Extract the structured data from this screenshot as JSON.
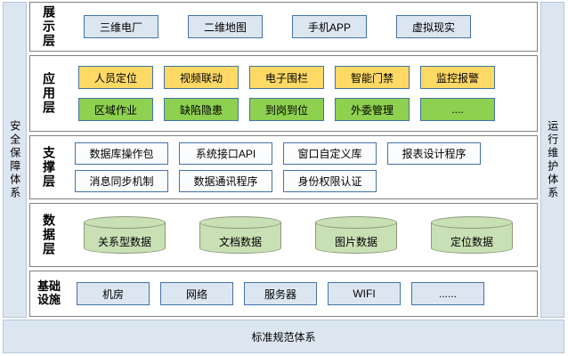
{
  "rails": {
    "left": "安全保障体系",
    "right": "运行维护体系"
  },
  "layers": [
    {
      "id": "presentation",
      "label": "展示层",
      "rows": [
        {
          "style": "blue",
          "items": [
            "三维电厂",
            "二维地图",
            "手机APP",
            "虚拟现实"
          ]
        }
      ]
    },
    {
      "id": "application",
      "label": "应用层",
      "rows": [
        {
          "style": "orange",
          "items": [
            "人员定位",
            "视频联动",
            "电子围栏",
            "智能门禁",
            "监控报警"
          ]
        },
        {
          "style": "green",
          "items": [
            "区域作业",
            "缺陷隐患",
            "到岗到位",
            "外委管理",
            "...."
          ]
        }
      ]
    },
    {
      "id": "support",
      "label": "支撑层",
      "rows": [
        {
          "style": "white",
          "items": [
            "数据库操作包",
            "系统接口API",
            "窗口自定义库",
            "报表设计程序"
          ]
        },
        {
          "style": "white",
          "items": [
            "消息同步机制",
            "数据通讯程序",
            "身份权限认证"
          ]
        }
      ]
    },
    {
      "id": "data",
      "label": "数据层",
      "rows": [
        {
          "style": "cylinder",
          "items": [
            "关系型数据",
            "文档数据",
            "图片数据",
            "定位数据"
          ]
        }
      ]
    },
    {
      "id": "infrastructure",
      "label": "基础设施",
      "rows": [
        {
          "style": "blue",
          "items": [
            "机房",
            "网络",
            "服务器",
            "WIFI",
            "......"
          ]
        }
      ]
    }
  ],
  "bottom_bar": {
    "label": "标准规范体系"
  },
  "colors": {
    "rail_fill": "#dce6f1",
    "box_blue": "#dce6f1",
    "box_orange": "#ffd966",
    "box_green": "#8ed04f",
    "box_white": "#fbfcfe",
    "cylinder": "#c9dfb4",
    "border_blue": "#4472a8",
    "border_gray": "#808080"
  }
}
